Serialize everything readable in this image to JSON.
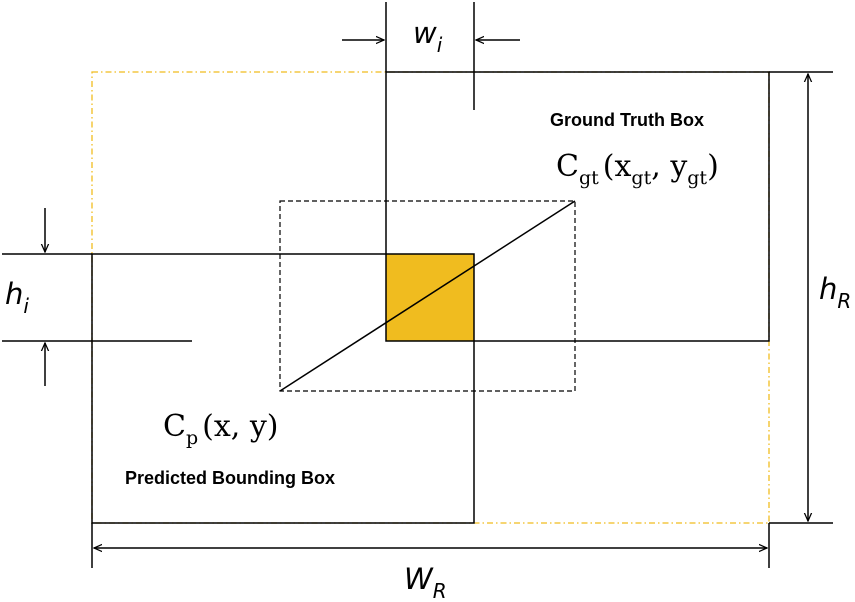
{
  "colors": {
    "line": "#000000",
    "intersection_fill": "#f0bc1f",
    "enclosing_box": "#f0bc1f"
  },
  "labels": {
    "w_main": "w",
    "w_sub": "i",
    "h_main": "h",
    "h_sub": "i",
    "hR_main": "h",
    "hR_sub": "R",
    "WR_main": "W",
    "WR_sub": "R",
    "ground_truth_box": "Ground Truth Box",
    "predicted_box": "Predicted Bounding Box",
    "cgt_C": "C",
    "cgt_sub": "gt",
    "cgt_open": "(",
    "cgt_x": "x",
    "cgt_x_sub": "gt",
    "cgt_comma": ", ",
    "cgt_y": "y",
    "cgt_y_sub": "gt",
    "cgt_close": ")",
    "cp_C": "C",
    "cp_sub": "p",
    "cp_coords": "(x, y)"
  }
}
